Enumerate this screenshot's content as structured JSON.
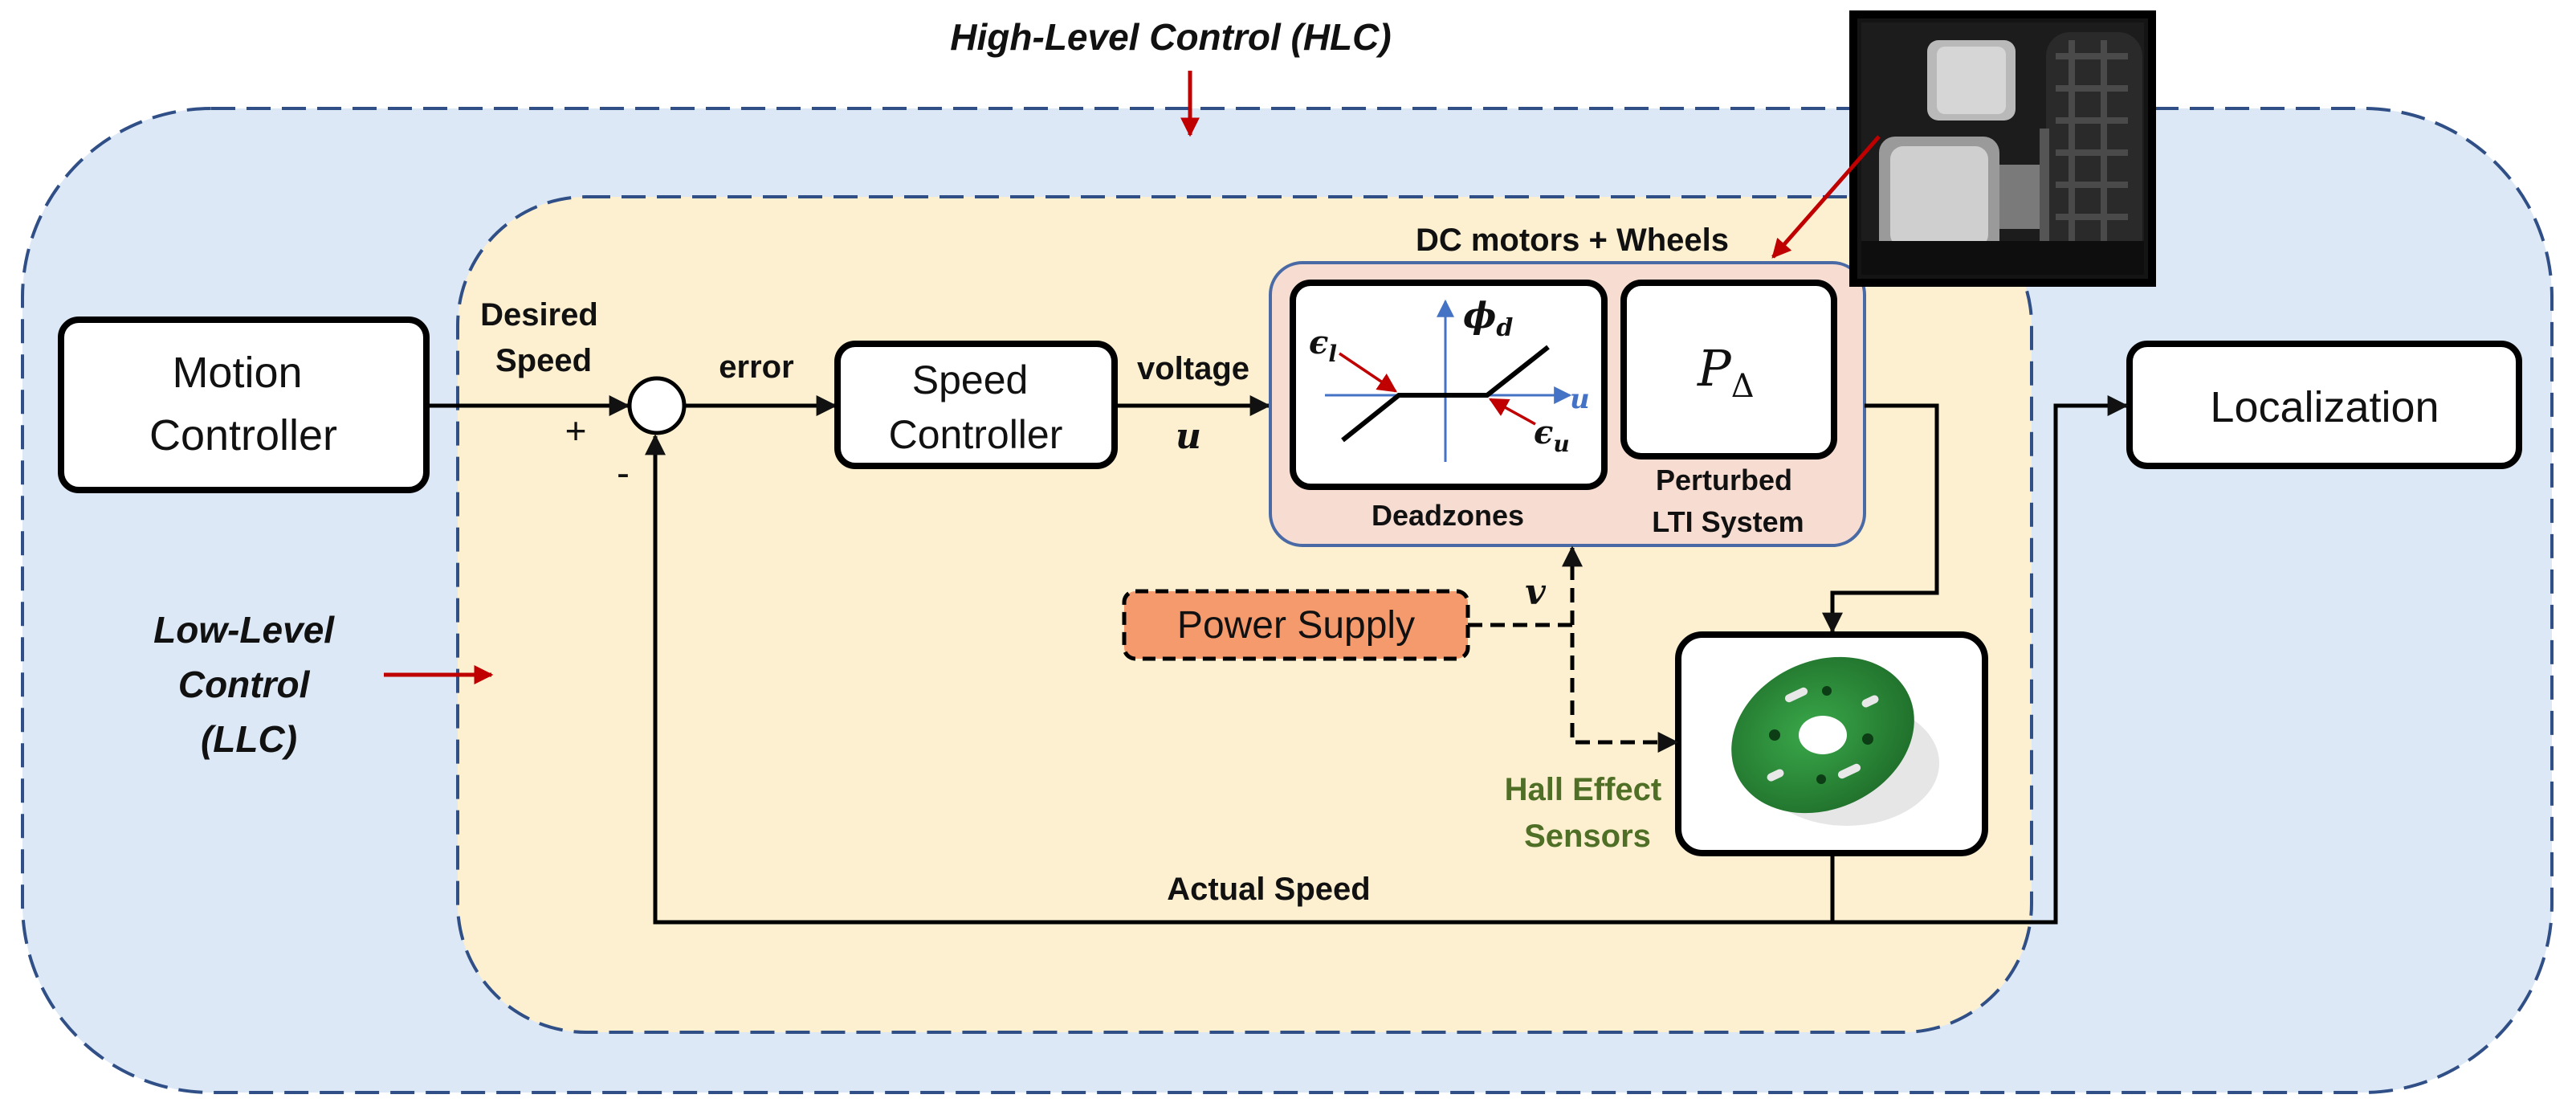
{
  "title": "High-Level Control (HLC)",
  "llc_label": [
    "Low-Level",
    "Control",
    "(LLC)"
  ],
  "colors": {
    "hlc_fill": "#dce8f6",
    "hlc_border": "#2f4f86",
    "llc_fill": "#fdf0d0",
    "plant_fill": "#f7dcd1",
    "plant_border": "#4a6aa5",
    "power_fill": "#f59a6c",
    "red_arrow": "#c00000",
    "axis_blue": "#4472c4",
    "sensor_text": "#4f6f26"
  },
  "blocks": {
    "motion_controller": [
      "Motion",
      "Controller"
    ],
    "speed_controller": [
      "Speed",
      "Controller"
    ],
    "localization": "Localization",
    "power_supply": "Power Supply"
  },
  "plant": {
    "title": "DC motors + Wheels",
    "deadzones_label": "Deadzones",
    "lti_label": [
      "Perturbed",
      "LTI System"
    ],
    "phi": "ϕ",
    "phi_sub": "d",
    "eps_l": "ϵ",
    "eps_l_sub": "l",
    "eps_u": "ϵ",
    "eps_u_sub": "u",
    "axis_u": "u",
    "p_delta": "P",
    "p_delta_sub": "Δ"
  },
  "signals": {
    "desired_speed": [
      "Desired",
      "Speed"
    ],
    "plus": "+",
    "minus": "-",
    "error": "error",
    "voltage": "voltage",
    "u": "u",
    "v": "v",
    "actual_speed": "Actual Speed"
  },
  "sensor": [
    "Hall Effect",
    "Sensors"
  ]
}
